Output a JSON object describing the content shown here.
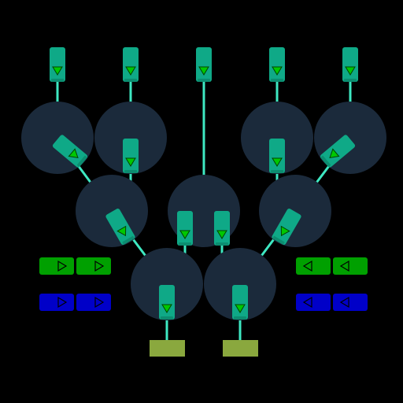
{
  "colors": {
    "background": "#000000",
    "node": "#1b2a3b",
    "wire": "#3ee8c2",
    "shooter_body": "#0fa987",
    "shooter_arrow": "#00c800",
    "green_tile": "#00a000",
    "blue_tile": "#0000c8",
    "goal": "#8aa83e"
  },
  "sprites": {
    "shooter": "arrow-launcher-icon",
    "green_tile": "green-arrow-tile-icon",
    "blue_tile": "blue-arrow-tile-icon",
    "goal": "goal-pad-icon"
  },
  "game": {
    "inventory": {
      "left": {
        "green": 2,
        "blue": 2,
        "direction": "right"
      },
      "right": {
        "green": 2,
        "blue": 2,
        "direction": "left"
      }
    },
    "goals": 2
  }
}
